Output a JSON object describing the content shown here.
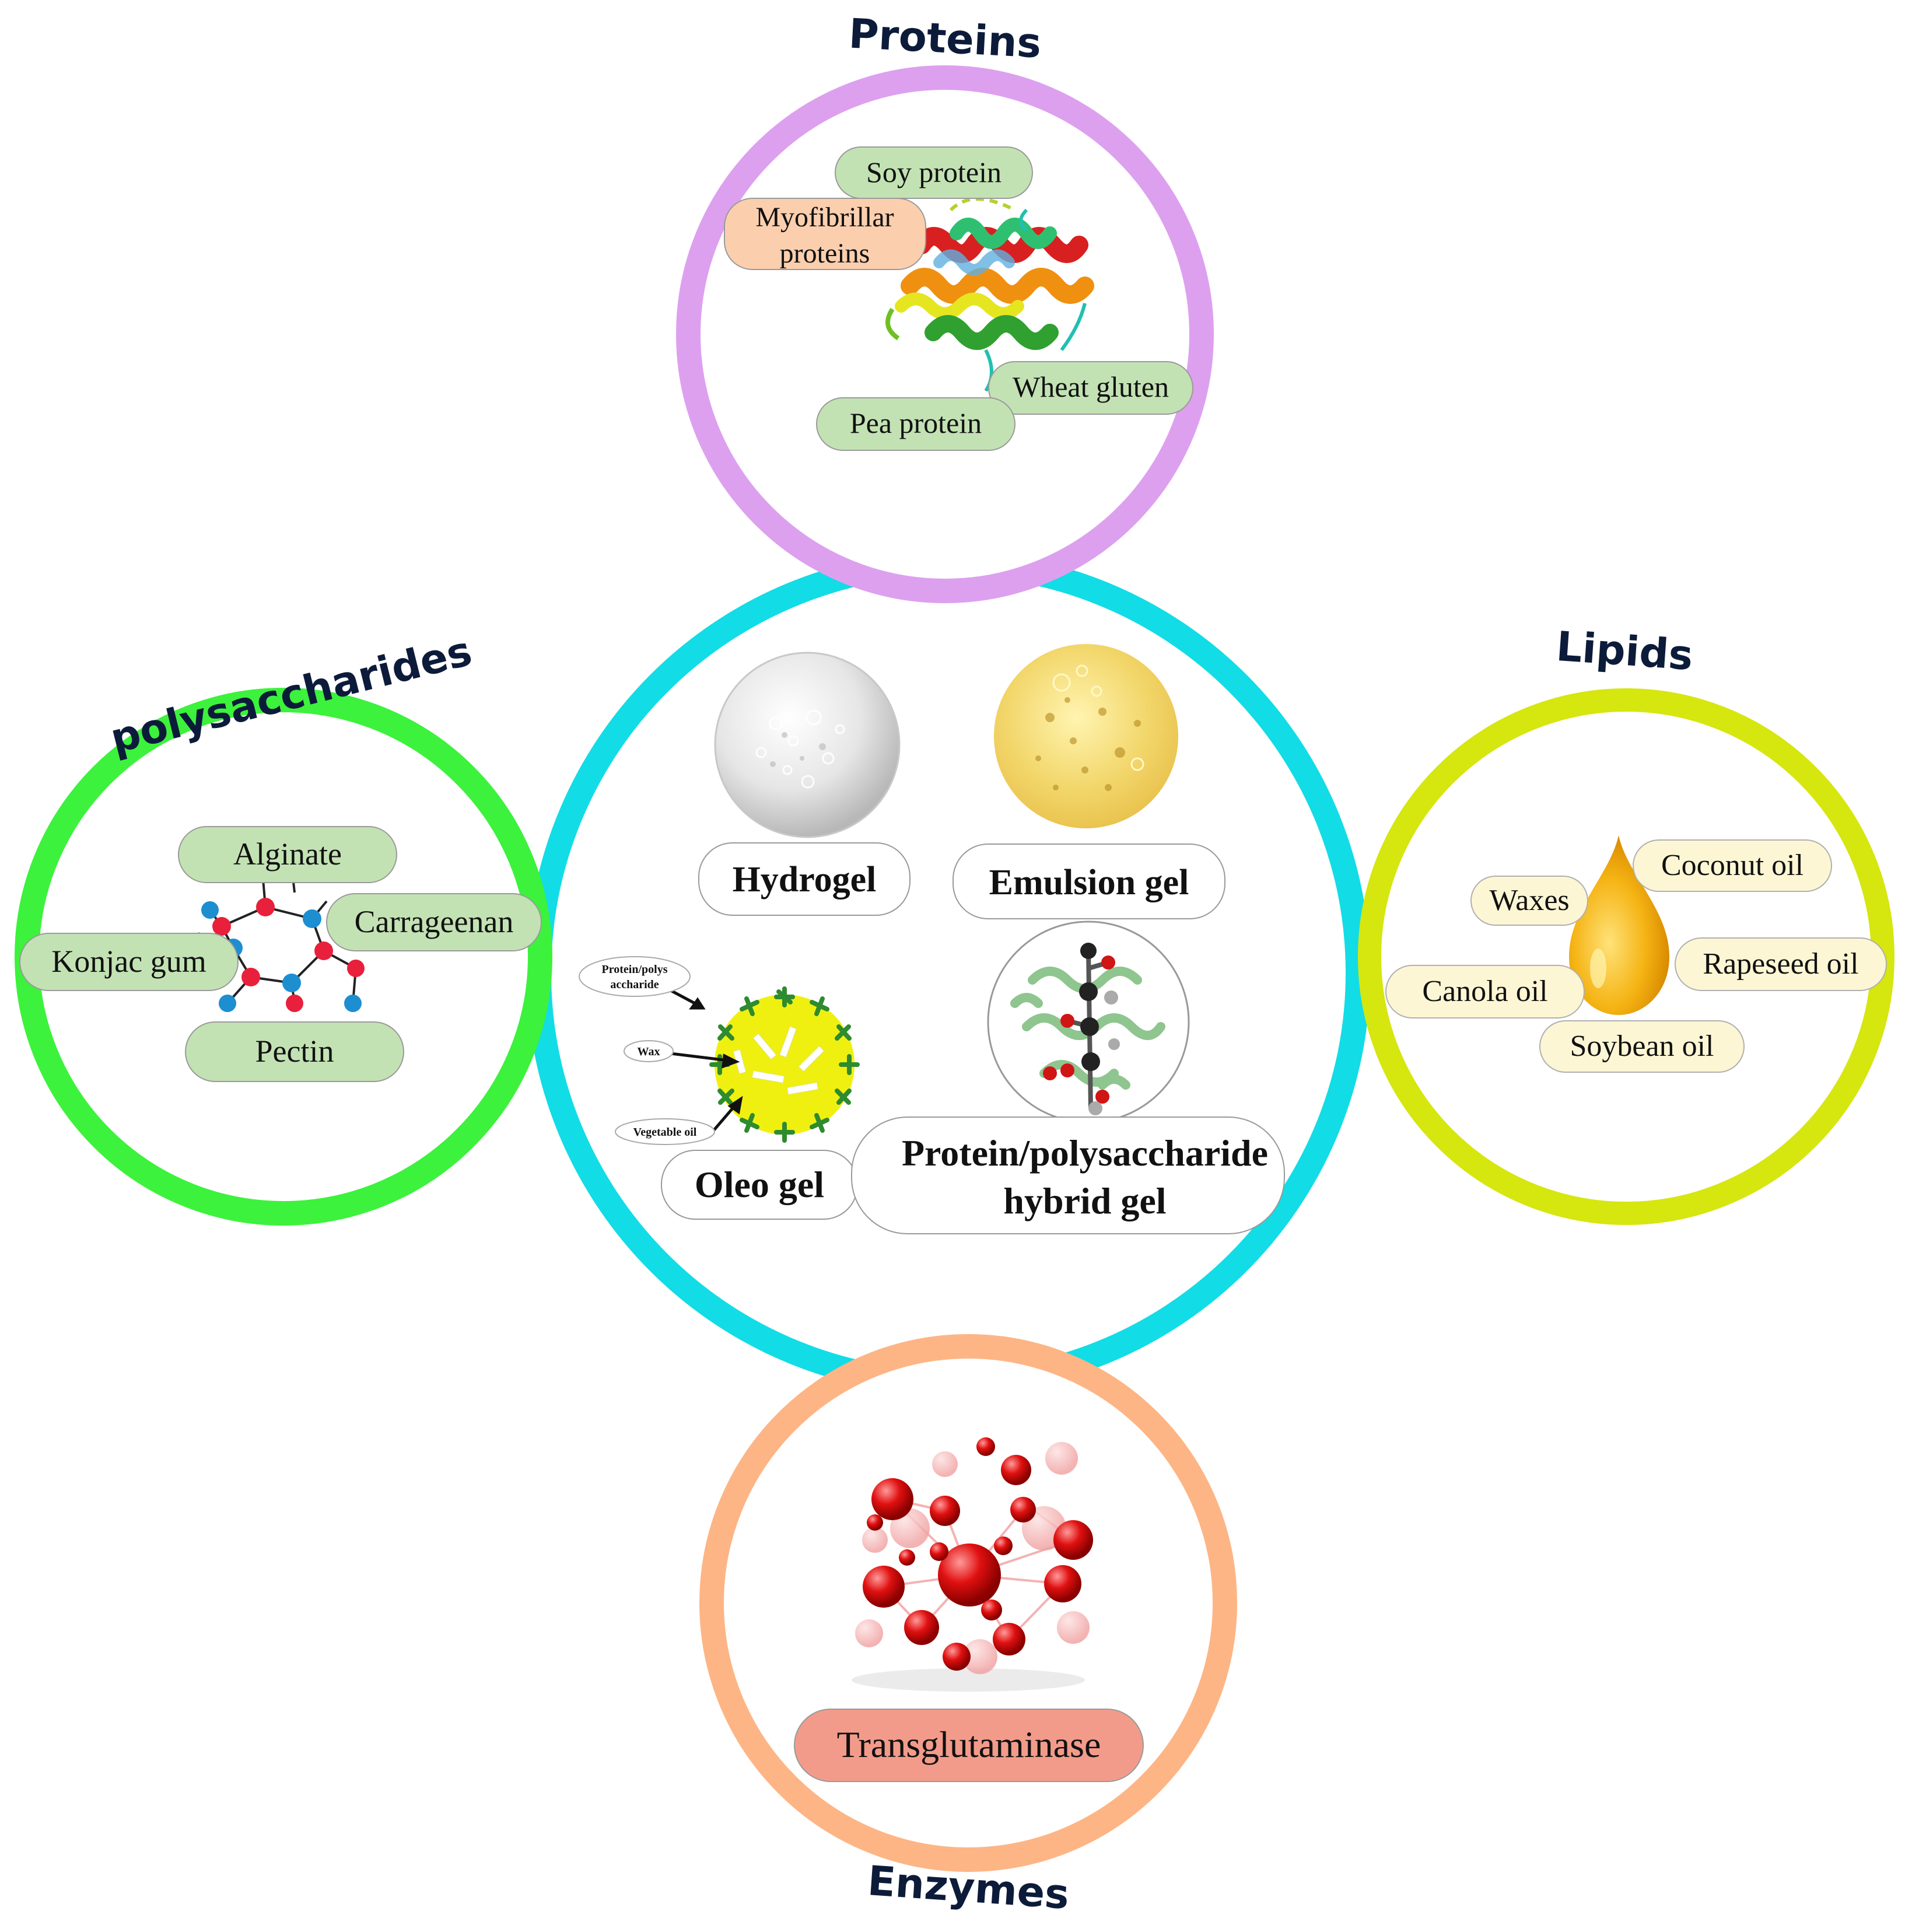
{
  "titles": {
    "proteins": "Proteins",
    "polysaccharides": "polysaccharides",
    "lipids": "Lipids",
    "enzymes": "Enzymes"
  },
  "proteins": {
    "soy": "Soy protein",
    "myofibrillar_line1": "Myofibrillar",
    "myofibrillar_line2": "proteins",
    "wheat": "Wheat gluten",
    "pea": "Pea protein"
  },
  "polysaccharides": {
    "alginate": "Alginate",
    "carrageenan": "Carrageenan",
    "konjac": "Konjac gum",
    "pectin": "Pectin"
  },
  "lipids": {
    "coconut": "Coconut oil",
    "waxes": "Waxes",
    "rapeseed": "Rapeseed oil",
    "canola": "Canola oil",
    "soybean": "Soybean oil"
  },
  "enzymes": {
    "transglutaminase": "Transglutaminase"
  },
  "gels": {
    "hydrogel": "Hydrogel",
    "emulsion": "Emulsion gel",
    "oleo": "Oleo gel",
    "hybrid_line1": "Protein/polysaccharide",
    "hybrid_line2": "hybrid gel",
    "oleo_label_protein_line1": "Protein/polys",
    "oleo_label_protein_line2": "accharide",
    "oleo_label_wax": "Wax",
    "oleo_label_oil": "Vegetable oil"
  },
  "colors": {
    "proteins_ring": "#dda0ef",
    "polysaccharides_ring": "#3cf23c",
    "lipids_ring": "#d6e60f",
    "enzymes_ring": "#fdb585",
    "center_ring": "#12dce6",
    "green_pill": "#c3e2b4",
    "orange_pill": "#fbcfae",
    "yellow_pill": "#fdf6d4",
    "red_pill": "#f39b8a"
  }
}
